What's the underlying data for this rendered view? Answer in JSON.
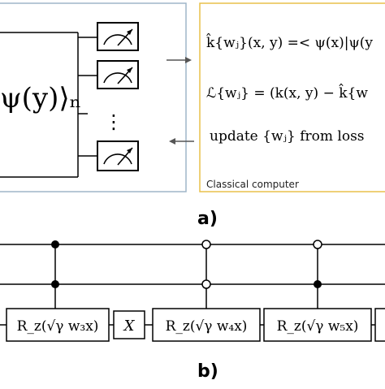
{
  "panel_a": {
    "label": "a)",
    "state_label": "ψ(y)⟩ₙ",
    "ellipsis": "⋮",
    "classical": {
      "kernel_estimate": "k̂{wⱼ}(x, y) =< ψ(x)|ψ(y",
      "loss": "ℒ{wⱼ} = (k(x, y) − k̂{w",
      "update": "update {wⱼ} from loss",
      "caption": "Classical computer"
    }
  },
  "panel_b": {
    "label": "b)",
    "gates": [
      "R_z(√γ w₃x)",
      "X",
      "R_z(√γ w₄x)",
      "R_z(√γ w₅x)"
    ]
  },
  "colors": {
    "quantum_box_border": "#9fb6c8",
    "classical_box_border": "#e8c14a",
    "line": "#000000"
  }
}
